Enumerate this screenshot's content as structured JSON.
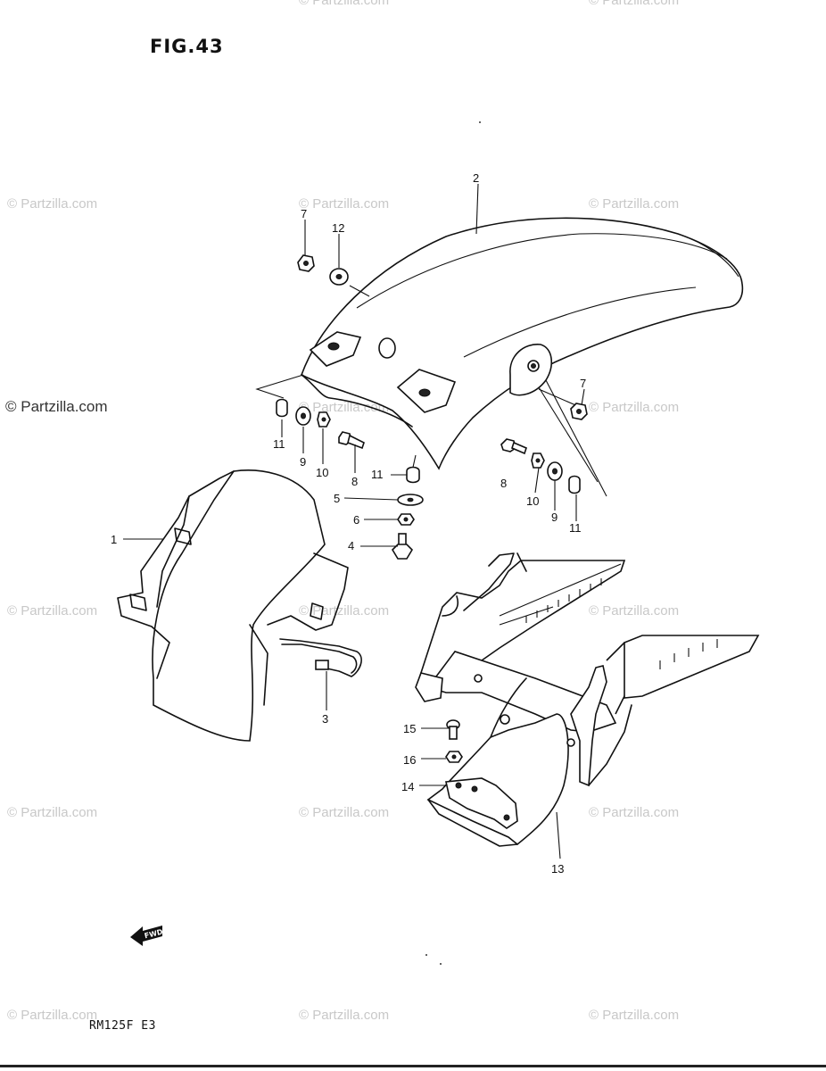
{
  "figure_title": "FIG.43",
  "model_code": "RM125F E3",
  "fwd_label": "FWD",
  "watermark": "© Partzilla.com",
  "callouts": {
    "c1": "1",
    "c2": "2",
    "c3": "3",
    "c4": "4",
    "c5": "5",
    "c6": "6",
    "c7a": "7",
    "c7b": "7",
    "c8a": "8",
    "c8b": "8",
    "c9a": "9",
    "c9b": "9",
    "c10a": "10",
    "c10b": "10",
    "c11a": "11",
    "c11b": "11",
    "c11c": "11",
    "c12": "12",
    "c13": "13",
    "c14": "14",
    "c15": "15",
    "c16": "16"
  }
}
